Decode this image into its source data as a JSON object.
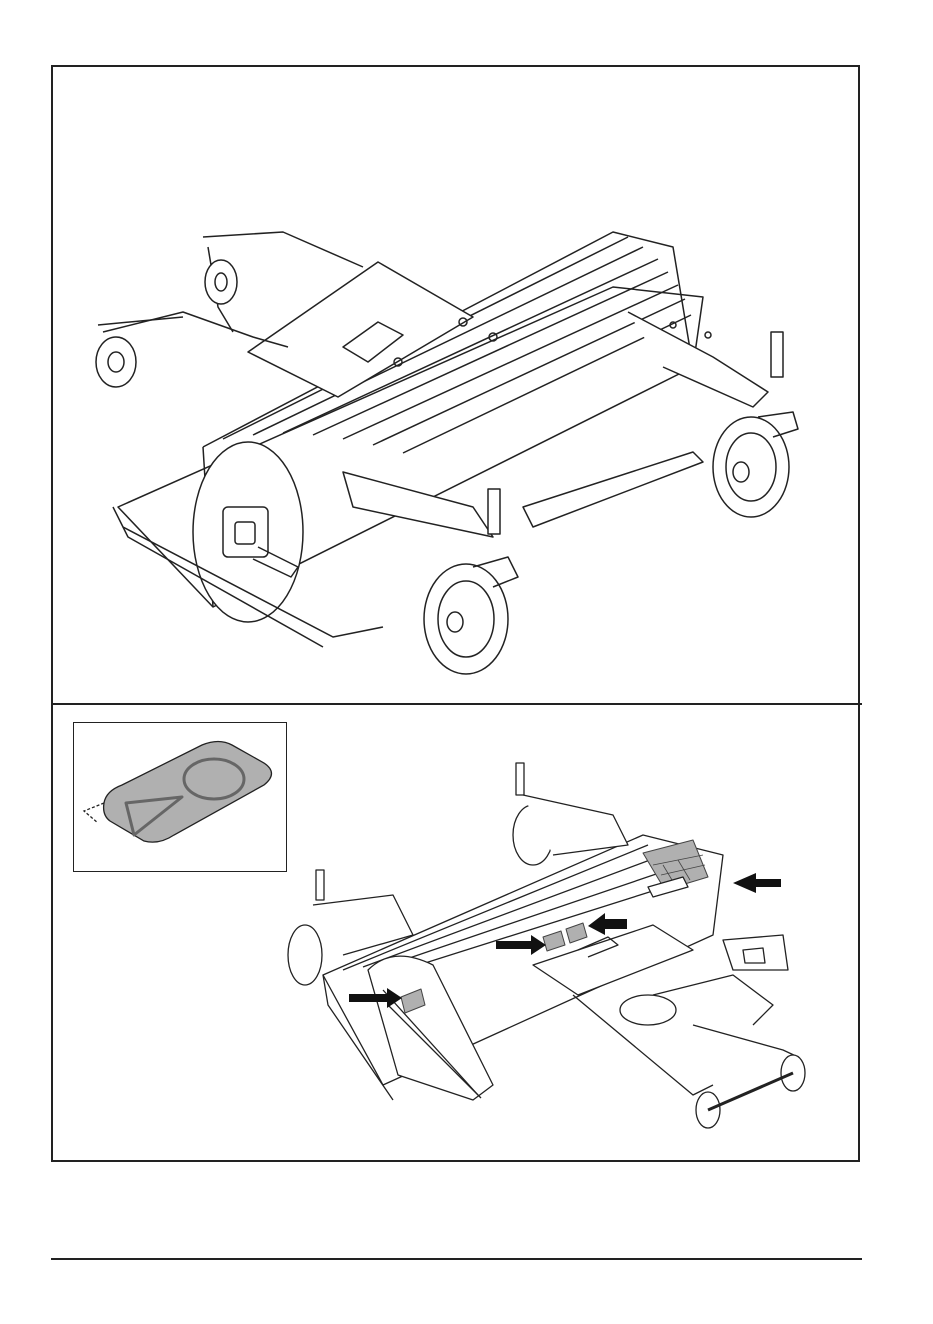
{
  "figures": {
    "top": {
      "subject": "flail-mower-deck-front-view"
    },
    "bottom": {
      "subject": "flail-mower-deck-rear-view-decal-locations",
      "arrow_count": 4
    },
    "inset": {
      "subject": "decal-peel-detail"
    }
  },
  "colors": {
    "line": "#222222",
    "decal_fill": "#b0b0b0",
    "arrow": "#111111"
  },
  "footer": {
    "text": ""
  }
}
